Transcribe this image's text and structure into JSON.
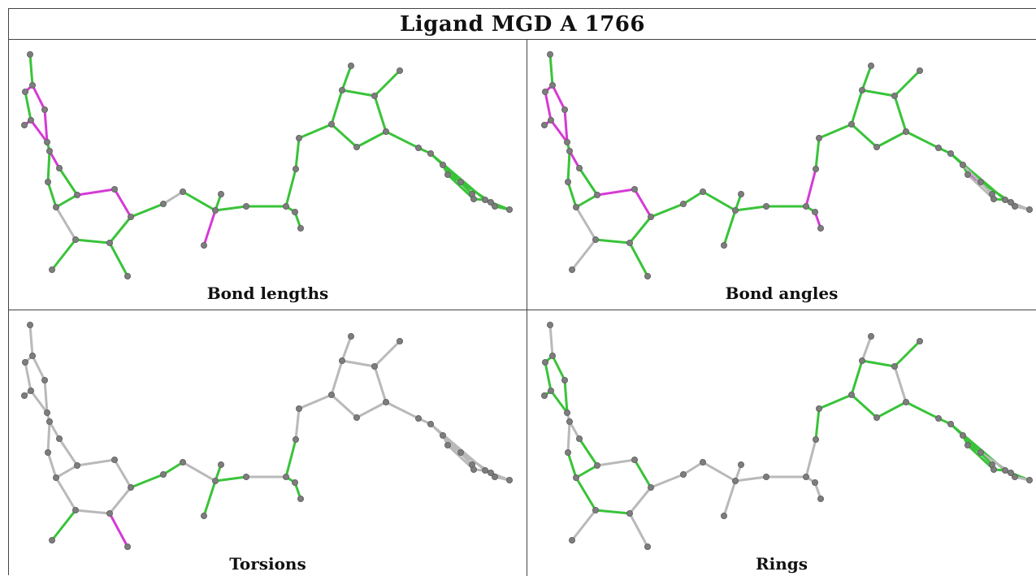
{
  "title": "Ligand MGD A 1766",
  "colors": {
    "good": "#39c339",
    "bad": "#d63ad6",
    "neutral": "#b9b9b9",
    "atom": "#7d7d7d",
    "border": "#444444"
  },
  "panels": [
    {
      "caption": "Bond lengths",
      "variant": "lengths"
    },
    {
      "caption": "Bond angles",
      "variant": "angles"
    },
    {
      "caption": "Torsions",
      "variant": "torsions"
    },
    {
      "caption": "Rings",
      "variant": "rings"
    }
  ]
}
